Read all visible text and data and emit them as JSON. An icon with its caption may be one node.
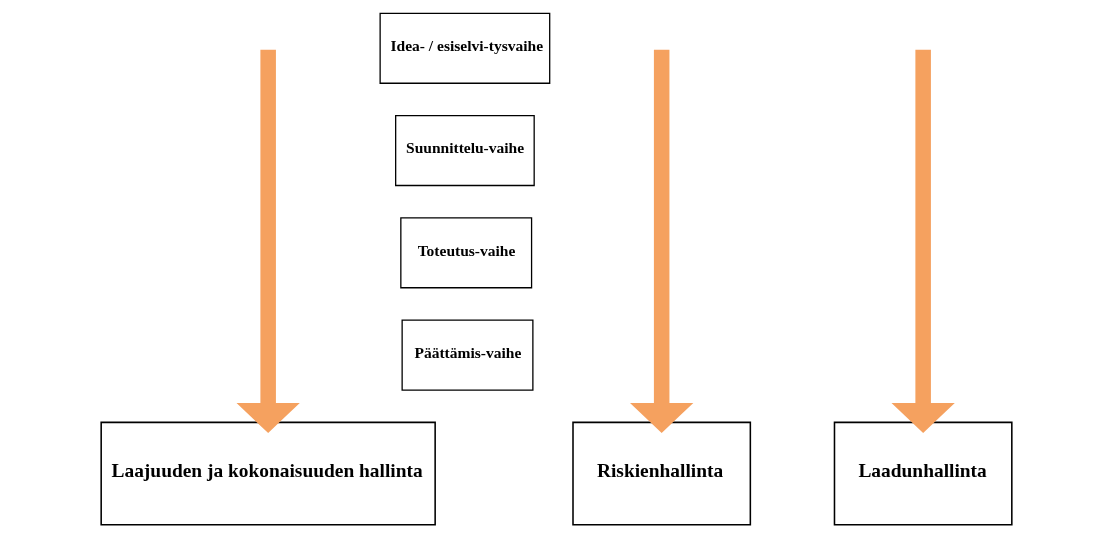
{
  "diagram": {
    "nodes": [
      {
        "text": [
          "Idea- / esiselvi-tysvaihe"
        ]
      },
      {
        "text": [
          "Suunnittelu-vaihe"
        ]
      },
      {
        "text": [
          "Toteutus-vaihe"
        ]
      },
      {
        "text": [
          "Päättämis-vaihe"
        ]
      },
      {
        "text": [
          "Laajuuden ja kokonaisuuden hallinta"
        ]
      },
      {
        "text": [
          "Riskienhallinta"
        ]
      },
      {
        "text": [
          "Laadunhallinta"
        ]
      }
    ],
    "edges": [
      {
        "from": null,
        "to": 4,
        "arrow": "to"
      },
      {
        "from": null,
        "to": 5,
        "arrow": "to"
      },
      {
        "from": null,
        "to": 6,
        "arrow": "to"
      }
    ]
  }
}
